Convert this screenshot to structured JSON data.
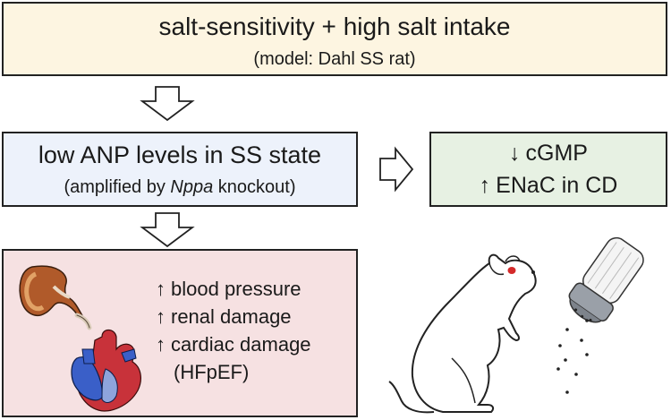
{
  "top": {
    "title": "salt-sensitivity +  high salt intake",
    "subtitle": "(model: Dahl SS rat)"
  },
  "middle": {
    "title": "low ANP levels in SS state",
    "subtitle_pre": "(amplified by ",
    "subtitle_italic": "Nppa",
    "subtitle_post": " knockout)"
  },
  "right": {
    "line1_arrow": "↓",
    "line1_text": "cGMP",
    "line2_arrow": "↑",
    "line2_text": "ENaC in CD"
  },
  "effects": {
    "items": [
      {
        "arrow": "↑",
        "text": "blood pressure"
      },
      {
        "arrow": "↑",
        "text": "renal damage"
      },
      {
        "arrow": "↑",
        "text": "cardiac damage"
      }
    ],
    "note": "(HFpEF)"
  },
  "icons": [
    "down-arrow-icon",
    "right-arrow-icon",
    "kidney-icon",
    "heart-icon",
    "rat-icon",
    "salt-shaker-icon"
  ]
}
